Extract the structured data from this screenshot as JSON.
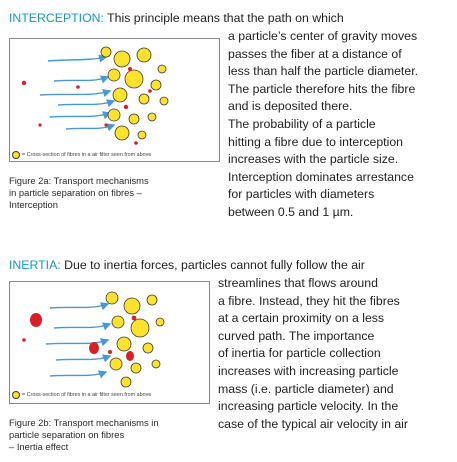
{
  "section1": {
    "term": "INTERCEPTION:",
    "intro_rest": " This principle means that the path on which",
    "lines": [
      "a particle’s center of gravity moves",
      "passes the fiber at a distance of",
      "less than half the particle diameter.",
      "The particle therefore hits the fibre",
      "and is deposited there.",
      "The probability of a particle",
      "hitting a fibre due to interception",
      "increases with the particle size.",
      "Interception dominates arrestance",
      "for particles with diameters",
      "between 0.5 and 1 µm."
    ],
    "figure_legend": "= Cross-section of fibres in a air filter seen from above",
    "caption_lines": [
      "Figure 2a: Transport mechanisms",
      "in particle separation on fibres –",
      "Interception"
    ]
  },
  "section2": {
    "term": "INERTIA:",
    "intro_rest": " Due to inertia forces, particles cannot fully follow the air",
    "lines": [
      "streamlines that flows around",
      "a fibre. Instead, they hit the fibres",
      "at a certain proximity on a less",
      "curved path. The importance",
      "of inertia for particle collection",
      "increases with increasing particle",
      "mass (i.e. particle diameter) and",
      "increasing particle velocity. In the",
      "case of the typical air velocity in air"
    ],
    "figure_legend": "= Cross-section of fibres in a air filter seen from above",
    "caption_lines": [
      "Figure 2b: Transport mechanisms in",
      "particle separation on fibres",
      "– Inertia effect"
    ]
  },
  "colors": {
    "term": "#1a97c2",
    "fibre": "#ffe22c",
    "particle": "#d91f26",
    "arrow": "#4a97d6"
  }
}
